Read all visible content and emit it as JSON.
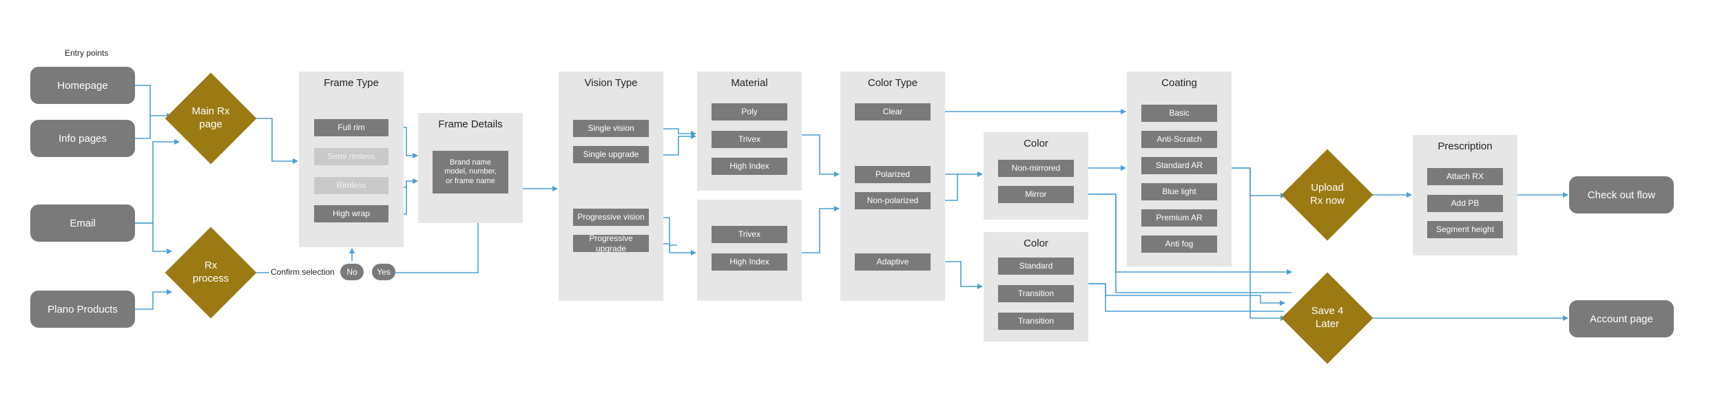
{
  "entry_label": "Entry points",
  "entries": {
    "homepage": "Homepage",
    "info_pages": "Info pages",
    "email": "Email",
    "plano_products": "Plano Products"
  },
  "decisions": {
    "main_rx": "Main Rx\npage",
    "rx_process": "Rx\nprocess",
    "upload_rx": "Upload\nRx now",
    "save_later": "Save 4\nLater"
  },
  "confirm": {
    "label": "Confirm selection",
    "no": "No",
    "yes": "Yes"
  },
  "frame_type": {
    "title": "Frame Type",
    "items": [
      "Full rim",
      "Semi rimless",
      "Rimless",
      "High wrap"
    ]
  },
  "frame_details": {
    "title": "Frame Details",
    "box": "Brand name\nmodel, number,\nor frame name"
  },
  "vision_type": {
    "title": "Vision Type",
    "items": [
      "Single vision",
      "Single upgrade",
      "Progressive vision",
      "Progressive upgrade"
    ]
  },
  "material": {
    "title": "Material",
    "items": [
      "Poly",
      "Trivex",
      "High Index"
    ],
    "items2": [
      "Trivex",
      "High Index"
    ]
  },
  "color_type": {
    "title": "Color Type",
    "items": [
      "Clear",
      "Polarized",
      "Non-polarized",
      "Adaptive"
    ]
  },
  "color1": {
    "title": "Color",
    "items": [
      "Non-mirrored",
      "Mirror"
    ]
  },
  "color2": {
    "title": "Color",
    "items": [
      "Standard",
      "Transition",
      "Transition"
    ]
  },
  "coating": {
    "title": "Coating",
    "items": [
      "Basic",
      "Anti-Scratch",
      "Standard AR",
      "Blue light",
      "Premium AR",
      "Anti fog"
    ]
  },
  "prescription": {
    "title": "Prescription",
    "items": [
      "Attach RX",
      "Add PB",
      "Segment height"
    ]
  },
  "exits": {
    "checkout": "Check out flow",
    "account": "Account page"
  },
  "colors": {
    "arrow": "#4a9fd2",
    "diamond": "#9b7a14",
    "box": "#7a7a7a",
    "panel": "#e6e6e6"
  }
}
